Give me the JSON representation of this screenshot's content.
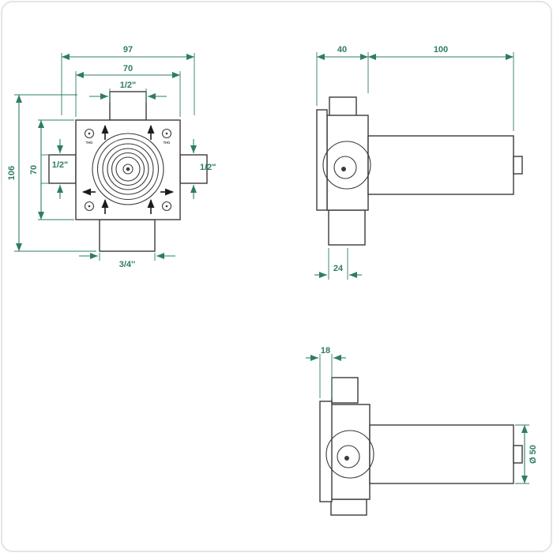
{
  "drawing": {
    "type": "technical-dimension-drawing",
    "subject": "concealed-valve-body-three-views",
    "colors": {
      "dimension": "#2E7D64",
      "object_line": "#3A3A3A",
      "background": "#FFFFFF"
    },
    "front_view": {
      "width_total": "97",
      "width_inner": "70",
      "port_top": "1/2\"",
      "height_total": "106",
      "height_inner": "70",
      "port_left": "1/2\"",
      "port_right": "1/2\"",
      "port_bottom": "3/4''",
      "marking": "THG"
    },
    "side_view_top": {
      "depth_front": "40",
      "body_length": "100",
      "bottom_port_width": "24"
    },
    "side_view_bottom": {
      "flange_thickness": "18",
      "body_diameter": "Ø 50"
    }
  }
}
